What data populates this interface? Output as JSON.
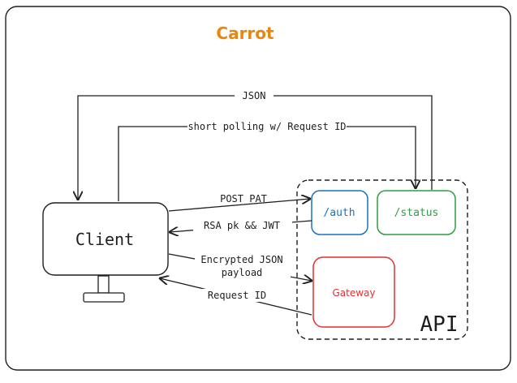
{
  "title": "Carrot",
  "client": {
    "label": "Client"
  },
  "api": {
    "label": "API"
  },
  "endpoints": {
    "auth": "/auth",
    "status": "/status",
    "gateway": "Gateway"
  },
  "edges": {
    "json": "JSON",
    "short_polling": "short polling w/ Request ID",
    "post_pat": "POST PAT",
    "rsa_jwt": "RSA pk && JWT",
    "encrypted_line1": "Encrypted JSON",
    "encrypted_line2": "payload",
    "request_id": "Request ID"
  },
  "colors": {
    "title": "#e8870f",
    "auth": "#1971c2",
    "status": "#2f9e44",
    "gateway": "#e03131",
    "ink": "#1e1e1e"
  }
}
